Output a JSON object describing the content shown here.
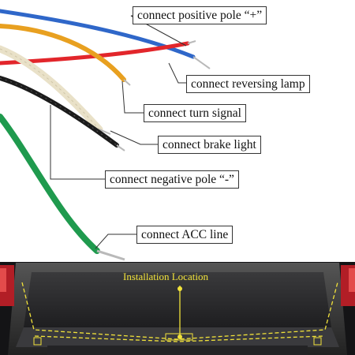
{
  "labels": {
    "positive": "connect positive pole “+”",
    "reversing": "connect reversing lamp",
    "turn": "connect turn signal",
    "brake": "connect brake light",
    "negative": "connect negative pole “-”",
    "acc": "connect ACC line"
  },
  "photo": {
    "installation_label": "Installation Location"
  },
  "colors": {
    "wire_blue": "#2f67c9",
    "wire_red": "#e2262b",
    "wire_orange": "#e8a020",
    "wire_cream": "#e9e1c8",
    "wire_black": "#1b1b1b",
    "wire_green": "#1f9a4e",
    "install_yellow": "#f2e33a"
  }
}
